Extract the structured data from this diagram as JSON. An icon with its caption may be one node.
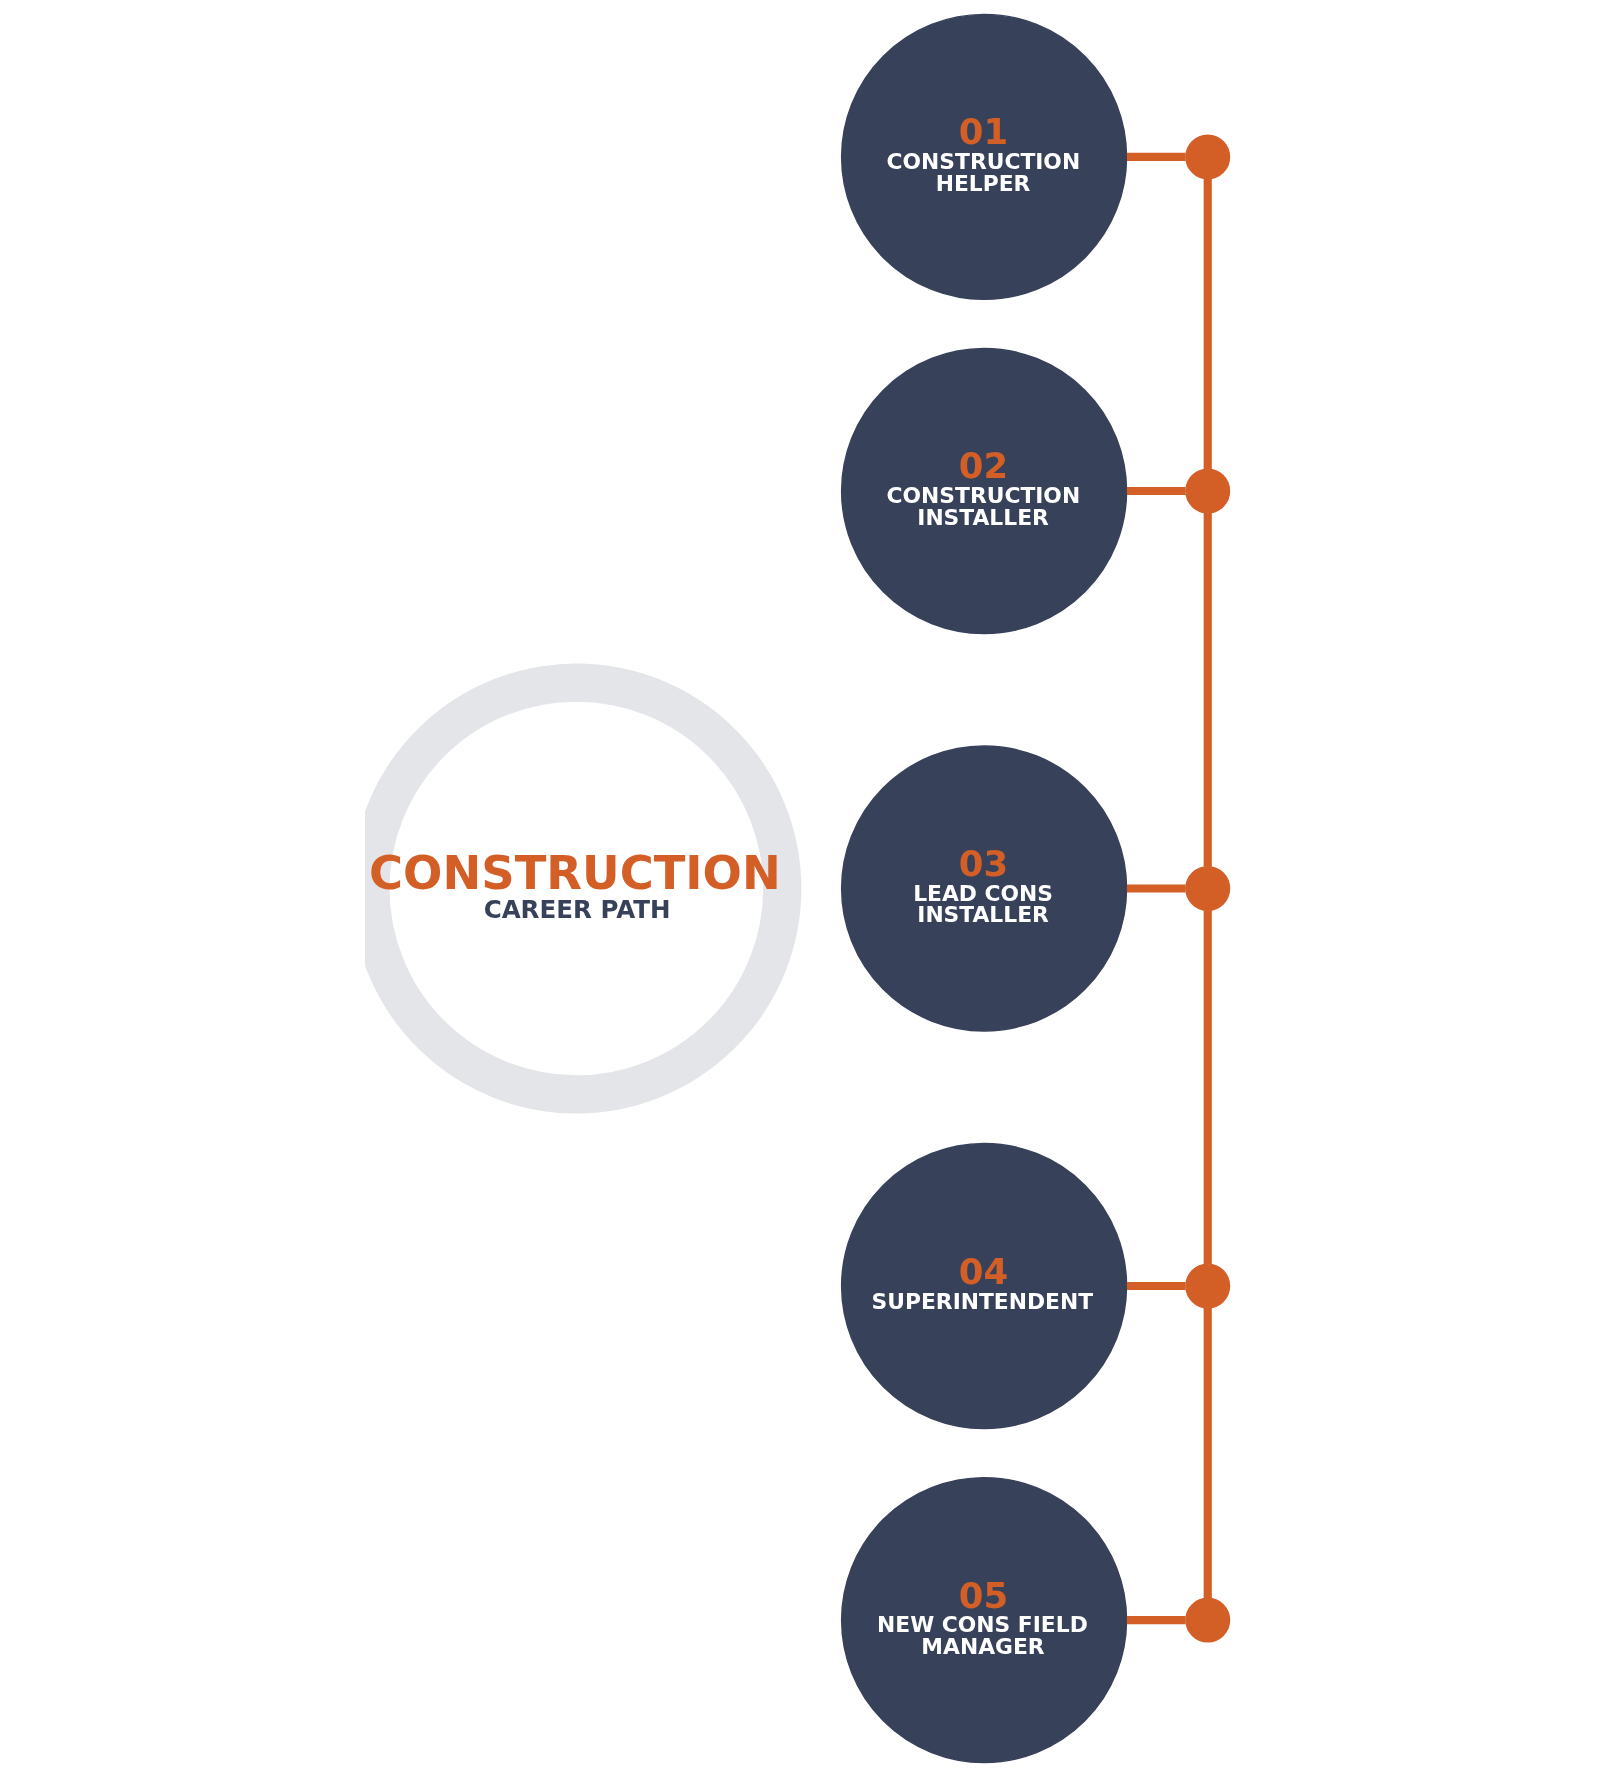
{
  "diagram": {
    "nodes": [
      {
        "text": [
          "CONSTRUCTION",
          "CAREER PATH"
        ]
      },
      {
        "text": [
          "01",
          "CONSTRUCTION HELPER"
        ]
      },
      {
        "text": [
          "02",
          "CONSTRUCTION INSTALLER"
        ]
      },
      {
        "text": [
          "03",
          "LEAD CONS INSTALLER"
        ]
      },
      {
        "text": [
          "04",
          "SUPERINTENDENT"
        ]
      },
      {
        "text": [
          "05",
          "NEW CONS FIELD MANAGER"
        ]
      },
      {
        "text": [],
        "shape": "circle"
      },
      {
        "text": [],
        "shape": "circle"
      },
      {
        "text": [],
        "shape": "circle"
      },
      {
        "text": [],
        "shape": "circle"
      },
      {
        "text": [],
        "shape": "circle"
      }
    ],
    "edges": [
      {
        "from": 1,
        "to": 6,
        "arrow": "none"
      },
      {
        "from": 6,
        "to": 7,
        "arrow": "none"
      },
      {
        "from": 2,
        "to": 7,
        "arrow": "none"
      },
      {
        "from": 7,
        "to": 8,
        "arrow": "none"
      },
      {
        "from": 3,
        "to": 8,
        "arrow": "none"
      },
      {
        "from": 8,
        "to": 9,
        "arrow": "none"
      },
      {
        "from": 4,
        "to": 9,
        "arrow": "none"
      },
      {
        "from": 9,
        "to": 10,
        "arrow": "none"
      },
      {
        "from": 5,
        "to": 10,
        "arrow": "none"
      }
    ]
  }
}
